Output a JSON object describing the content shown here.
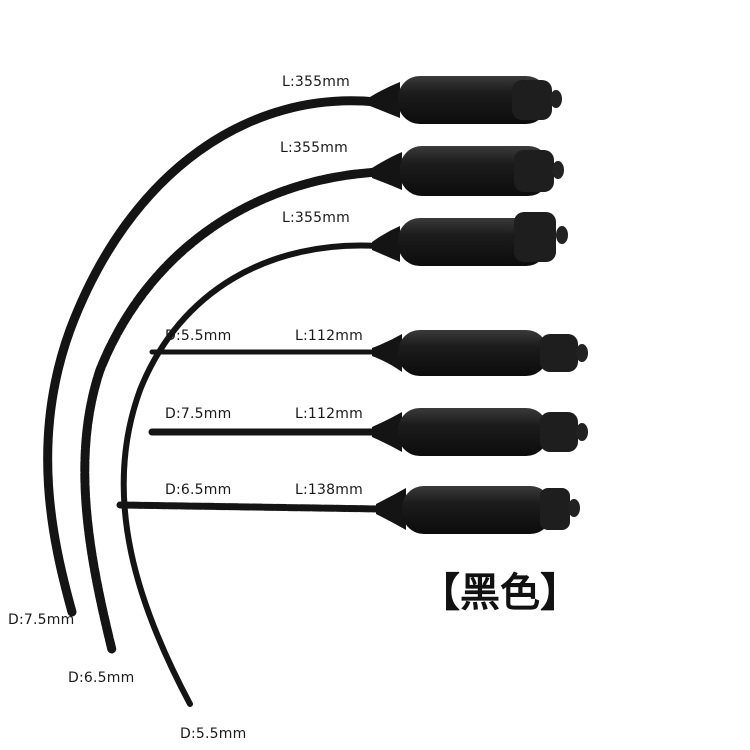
{
  "colors": {
    "background": "#ffffff",
    "silicone": "#141414",
    "silicone_highlight": "#3a3a3a"
  },
  "labels": {
    "long1_length": "L:355mm",
    "long2_length": "L:355mm",
    "long3_length": "L:355mm",
    "short1_diameter": "D:5.5mm",
    "short1_length": "L:112mm",
    "short2_diameter": "D:7.5mm",
    "short2_length": "L:112mm",
    "short3_diameter": "D:6.5mm",
    "short3_length": "L:138mm",
    "long1_diameter": "D:7.5mm",
    "long2_diameter": "D:6.5mm",
    "long3_diameter": "D:5.5mm"
  },
  "title": "【黑色】"
}
